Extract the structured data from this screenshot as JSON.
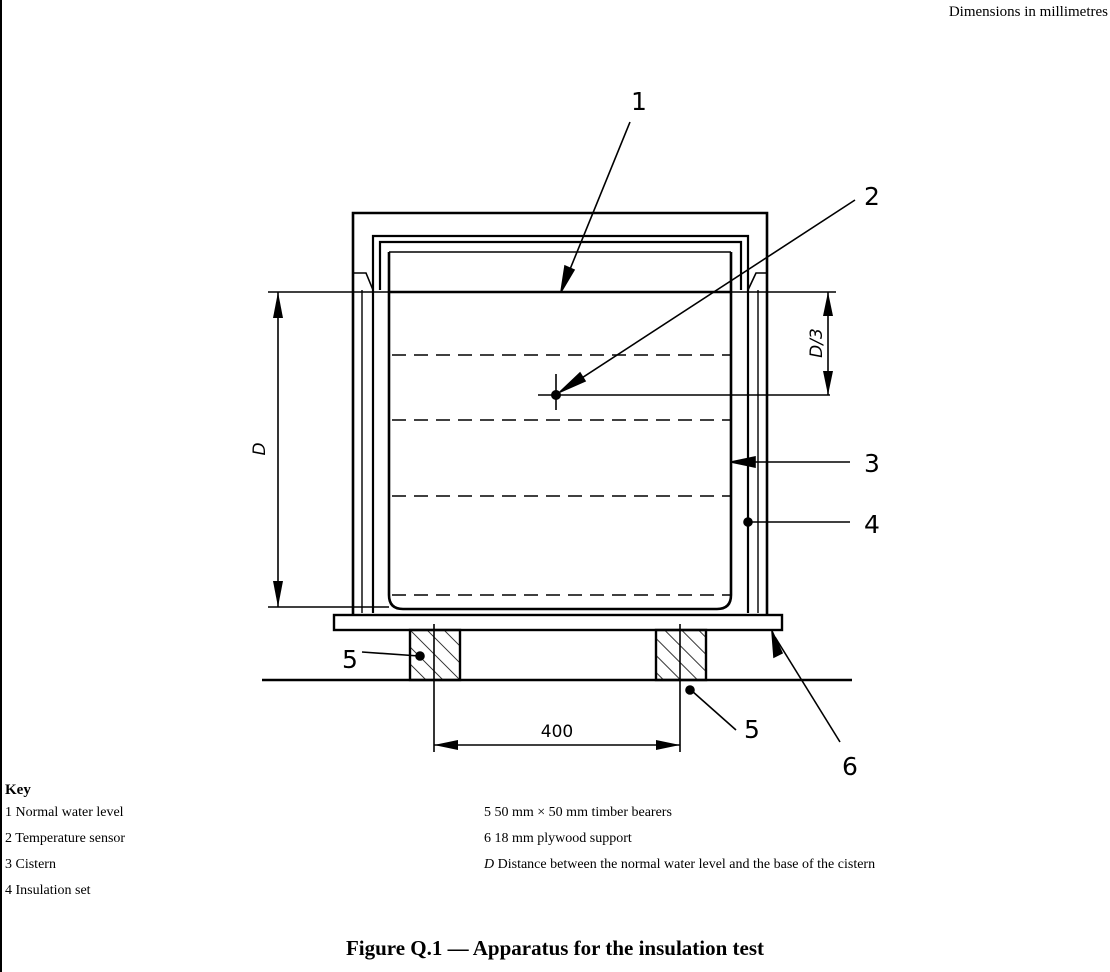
{
  "header": {
    "dimensions_note": "Dimensions in millimetres"
  },
  "drawing": {
    "callouts": [
      "1",
      "2",
      "3",
      "4",
      "5",
      "5",
      "6"
    ],
    "dimension_labels": {
      "depth": "D",
      "third_depth": "D/3",
      "bearer_spacing": "400"
    }
  },
  "key": {
    "title": "Key",
    "items": [
      {
        "symbol": "1",
        "text": "Normal water level"
      },
      {
        "symbol": "2",
        "text": "Temperature sensor"
      },
      {
        "symbol": "3",
        "text": "Cistern"
      },
      {
        "symbol": "4",
        "text": "Insulation set"
      },
      {
        "symbol": "5",
        "text": "50 mm × 50 mm timber bearers"
      },
      {
        "symbol": "6",
        "text": "18 mm plywood support"
      },
      {
        "symbol": "D",
        "text": "Distance between the normal water level and the base of the cistern"
      }
    ]
  },
  "caption": "Figure Q.1 — Apparatus for the insulation test"
}
